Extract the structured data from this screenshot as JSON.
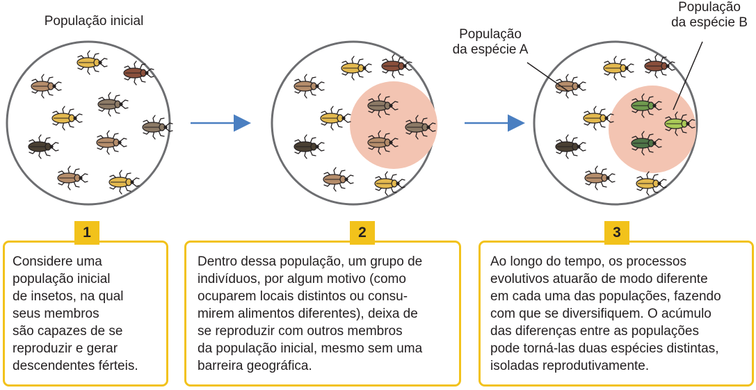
{
  "labels": {
    "initial_population": "População inicial",
    "species_a": [
      "População",
      "da espécie A"
    ],
    "species_b": [
      "População",
      "da espécie B"
    ]
  },
  "steps": [
    {
      "number": "1",
      "lines": [
        "Considere uma",
        "população inicial",
        "de insetos, na qual",
        "seus membros",
        "são capazes de se",
        "reproduzir e gerar",
        "descendentes férteis."
      ]
    },
    {
      "number": "2",
      "lines": [
        "Dentro dessa população, um grupo de",
        "indivíduos, por algum motivo (como",
        "ocuparem locais distintos ou consu-",
        "mirem alimentos diferentes), deixa de",
        "se reproduzir com outros membros",
        "da população inicial, mesmo sem uma",
        "barreira geográfica."
      ]
    },
    {
      "number": "3",
      "lines": [
        "Ao longo do tempo, os processos",
        "evolutivos atuarão de modo diferente",
        "em cada uma das populações, fazendo",
        "com que se diversifiquem. O acúmulo",
        "das diferenças entre as populações",
        "pode torná-las duas espécies distintas,",
        "isoladas reprodutivamente."
      ]
    }
  ],
  "colors": {
    "circle_border": "#6d6e71",
    "subgroup_fill": "#f3c4b2",
    "arrow": "#4a7fc1",
    "badge": "#f2c21b",
    "insect_tan": "#b58d6b",
    "insect_yellow": "#e3b94f",
    "insect_brown": "#8a4f3b",
    "insect_dark": "#4a4033",
    "insect_gray": "#8c7a66",
    "insect_green": "#6f9a4e",
    "insect_lightgreen": "#a9c957",
    "insect_darkgreen": "#4f7548"
  },
  "icons": [
    "insect-icon",
    "arrow-right-icon",
    "pointer-line"
  ]
}
